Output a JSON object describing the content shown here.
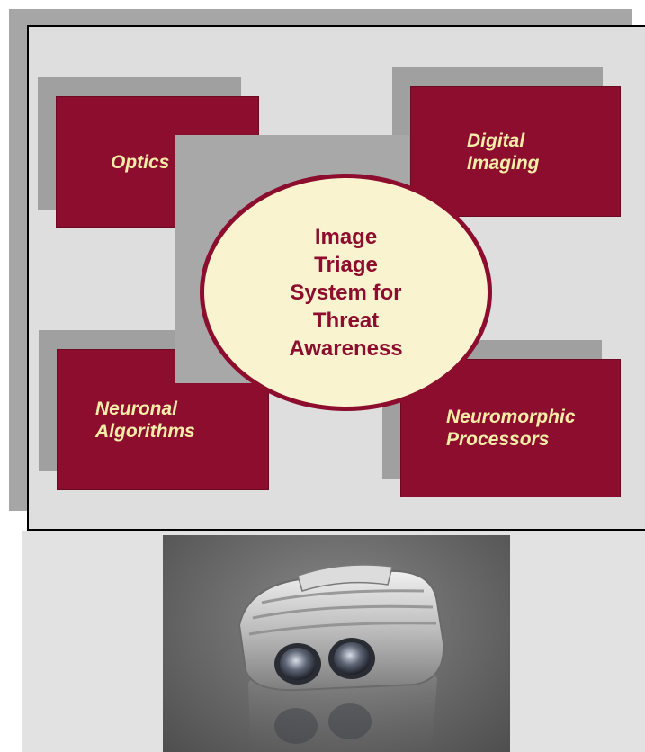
{
  "diagram": {
    "center_title": "Image\nTriage\nSystem for\nThreat\nAwareness",
    "boxes": [
      {
        "label": "Optics"
      },
      {
        "label": "Digital\nImaging"
      },
      {
        "label": "Neuronal\nAlgorithms"
      },
      {
        "label": "Neuromorphic\nProcessors"
      }
    ],
    "colors": {
      "box_fill": "#8c0d2e",
      "box_text": "#f6eda8",
      "center_fill": "#faf3cf",
      "panel_bg": "#dedede",
      "shadow": "#a6a6a6"
    }
  },
  "photo": {
    "subject_icon": "binocular-device-icon"
  }
}
